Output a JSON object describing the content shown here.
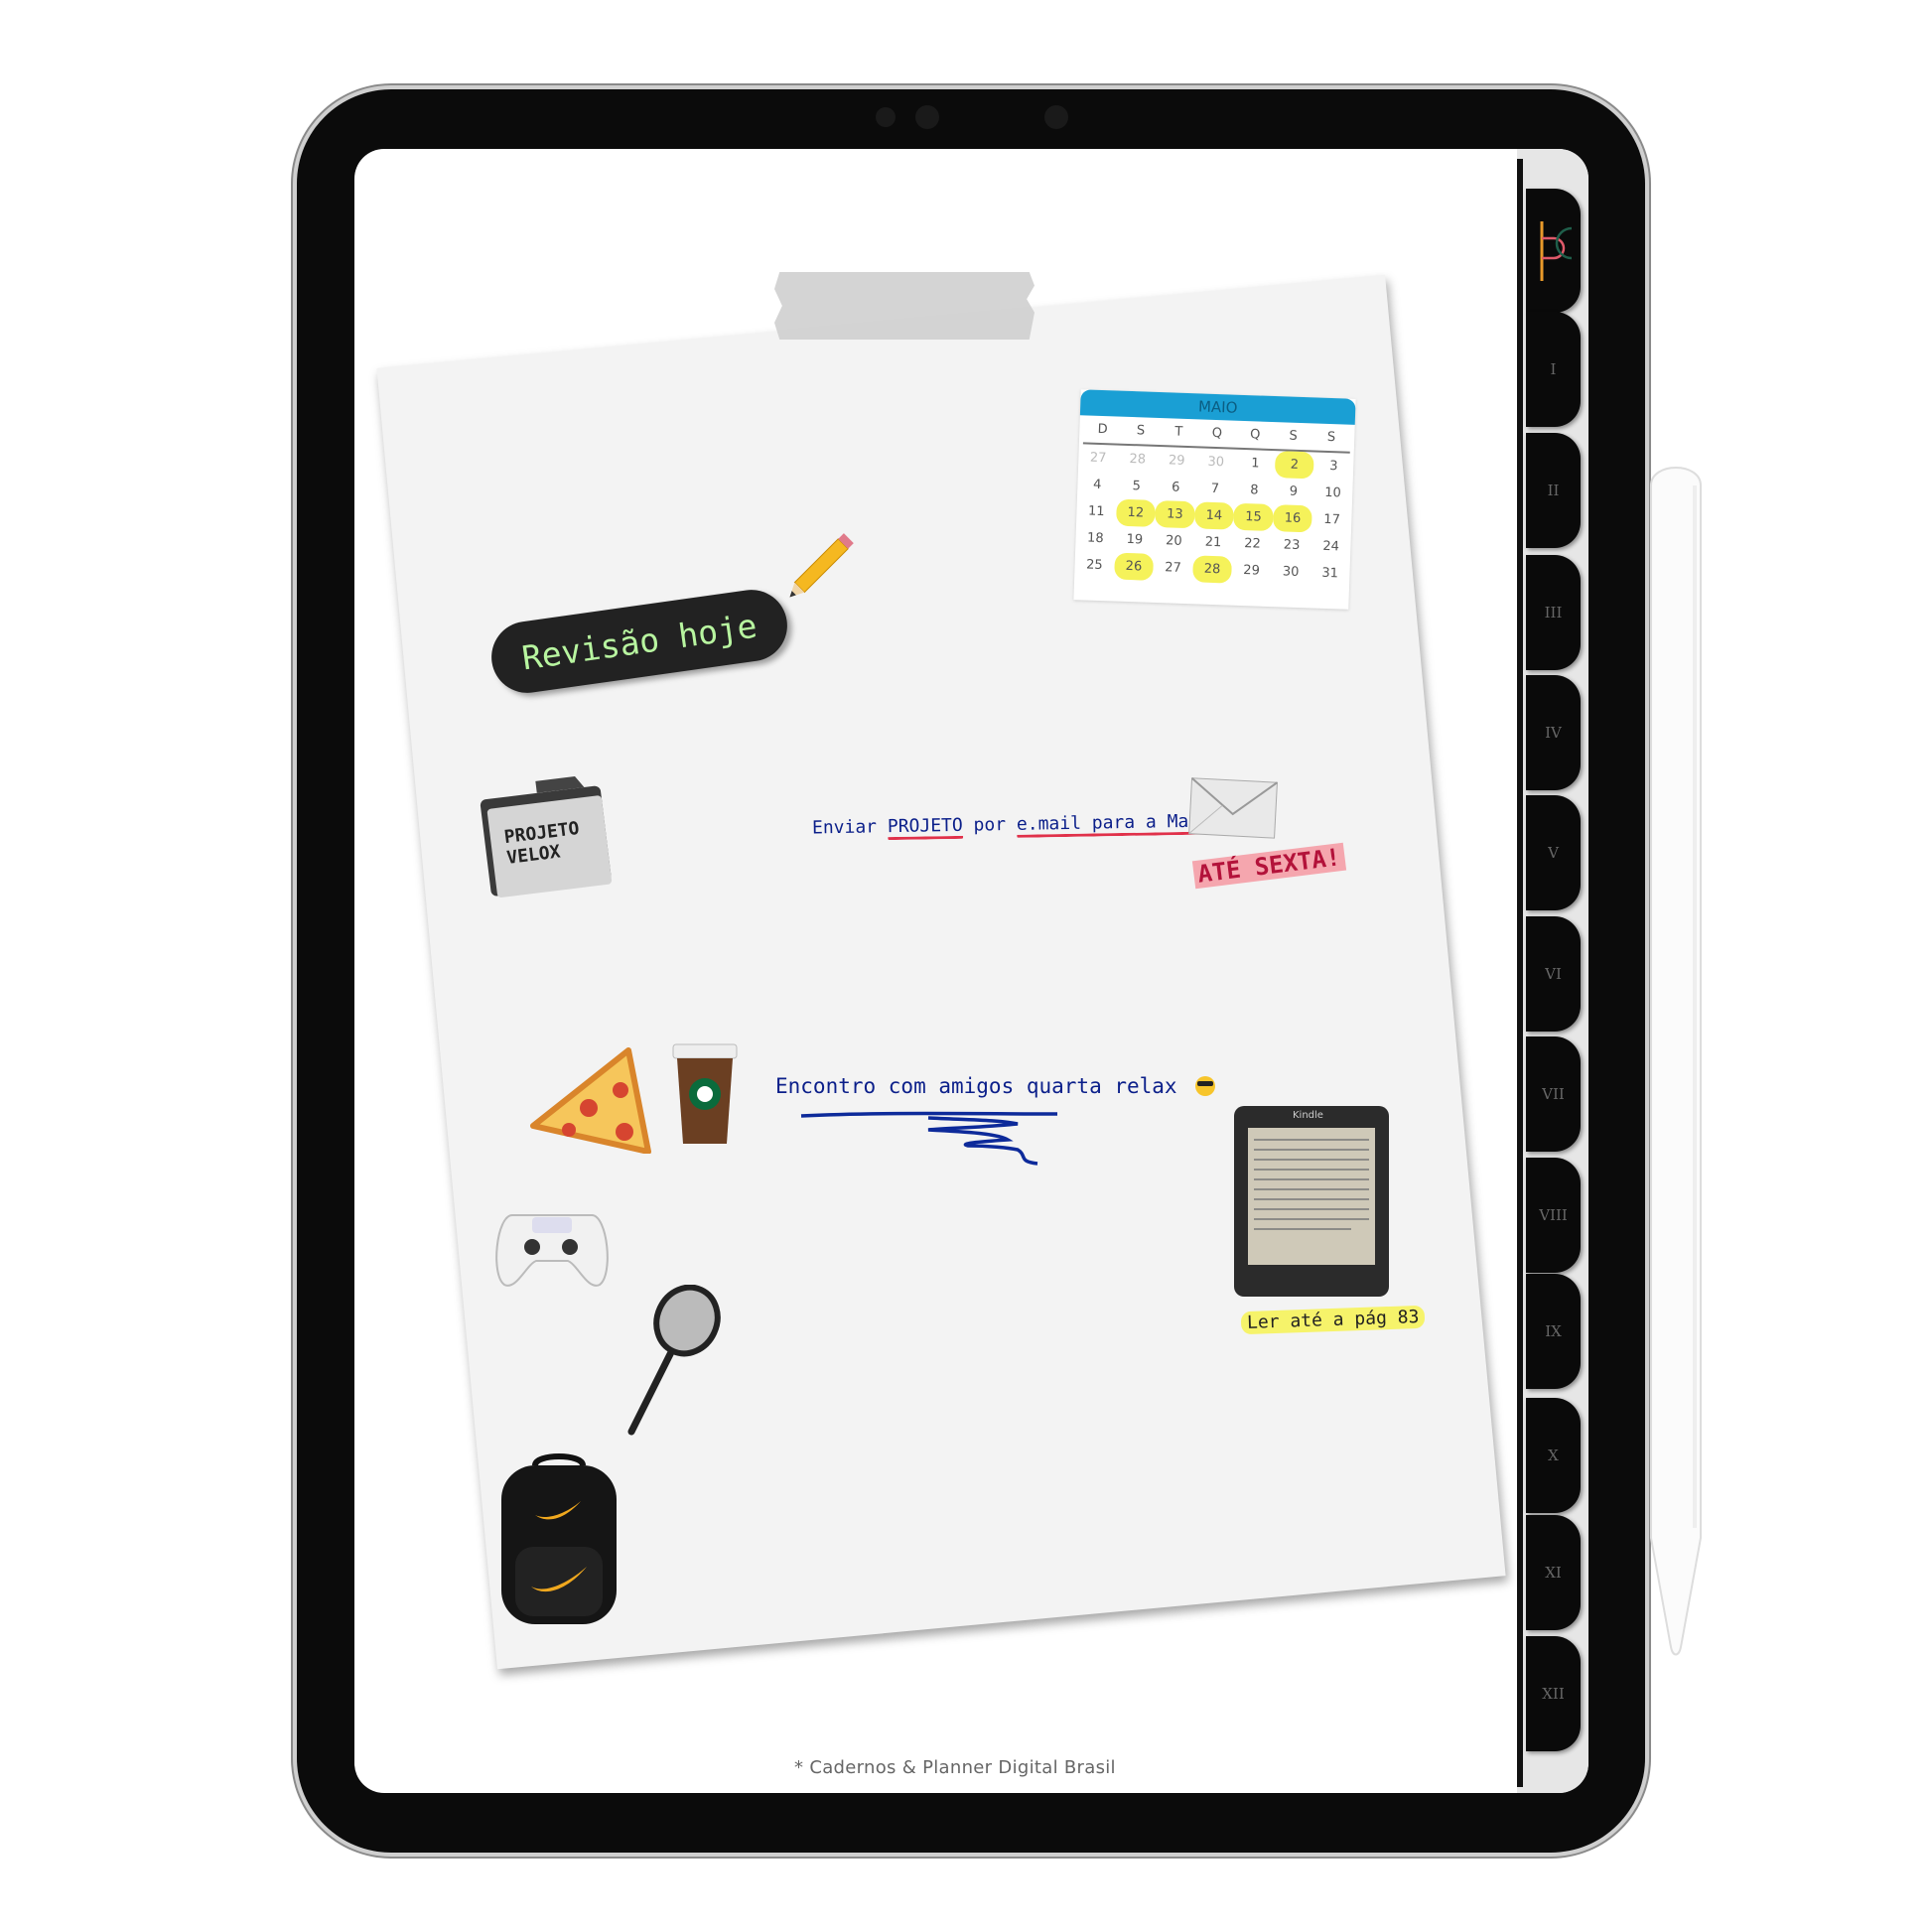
{
  "calendar": {
    "month": "MAIO",
    "weekdays": [
      "D",
      "S",
      "T",
      "Q",
      "Q",
      "S",
      "S"
    ],
    "days": [
      [
        "27",
        "28",
        "29",
        "30",
        "1",
        "2",
        "3"
      ],
      [
        "4",
        "5",
        "6",
        "7",
        "8",
        "9",
        "10"
      ],
      [
        "11",
        "12",
        "13",
        "14",
        "15",
        "16",
        "17"
      ],
      [
        "18",
        "19",
        "20",
        "21",
        "22",
        "23",
        "24"
      ],
      [
        "25",
        "26",
        "27",
        "28",
        "29",
        "30",
        "31"
      ]
    ],
    "highlighted": [
      "2",
      "12",
      "13",
      "14",
      "15",
      "16",
      "26",
      "28"
    ],
    "highlight_color": "#f5f25a",
    "header_color": "#1a9fd4"
  },
  "sticker_review": "Revisão hoje",
  "folder": {
    "line1": "PROJETO",
    "line2": "VELOX"
  },
  "task_email": {
    "w1": "Enviar",
    "w2": "PROJETO",
    "w3": "por",
    "w4": "e.mail para a Malu"
  },
  "deadline": "ATÉ SEXTA!",
  "task_meetup": "Encontro com amigos quarta relax",
  "meetup_emoji": "sunglasses-face-icon",
  "kindle": {
    "brand": "Kindle",
    "note": "Ler até a pág 83"
  },
  "tabs": [
    "I",
    "II",
    "III",
    "IV",
    "V",
    "VI",
    "VII",
    "VIII",
    "IX",
    "X",
    "XI",
    "XII"
  ],
  "footer": "Cadernos & Planner Digital Brasil",
  "footer_star": "*"
}
